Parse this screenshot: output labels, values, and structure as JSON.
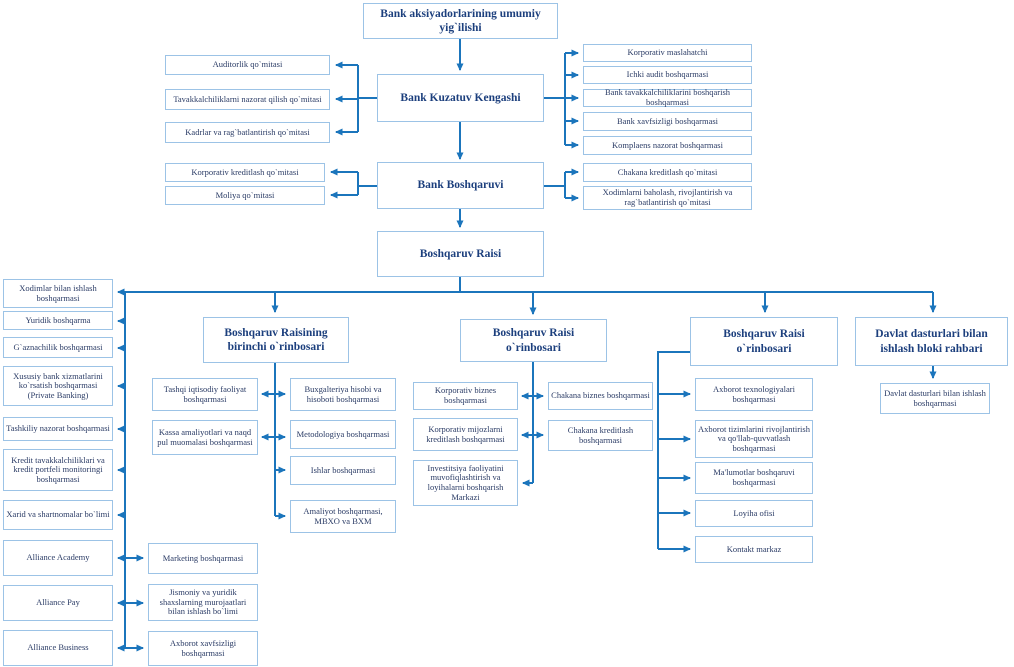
{
  "diagram_type": "bank-organizational-chart",
  "colors": {
    "accent_line": "#1b75bc",
    "box_border": "#9cc3e6",
    "major_text": "#1c3f7d",
    "minor_text": "#2b3c66",
    "background": "#ffffff"
  },
  "nodes": {
    "shareholders": "Bank aksiyadorlarining umumiy yig`ilishi",
    "kengash": "Bank Kuzatuv Kengashi",
    "boshqaruv": "Bank Boshqaruvi",
    "rais": "Boshqaruv Raisi",
    "auditorlik": "Auditorlik qo`mitasi",
    "tavakkal_nazorat": "Tavakkalchiliklarni nazorat qilish qo`mitasi",
    "kadrlar": "Kadrlar va rag`batlantirish qo`mitasi",
    "korp_kredit_qomita": "Korporativ kreditlash qo`mitasi",
    "moliya": "Moliya qo`mitasi",
    "korp_maslahatchi": "Korporativ maslahatchi",
    "ichki_audit": "Ichki audit boshqarmasi",
    "bank_tavakkal": "Bank tavakkalchiliklarini boshqarish boshqarmasi",
    "bank_xavfsizligi": "Bank xavfsizligi boshqarmasi",
    "komplaens": "Komplaens nazorat boshqarmasi",
    "chakana_kredit_qomita": "Chakana kreditlash qo`mitasi",
    "xodim_baholash": "Xodimlarni baholash, rivojlantirish va rag`batlantirish qo`mitasi",
    "deputy1": "Boshqaruv Raisining birinchi o`rinbosari",
    "deputy2": "Boshqaruv Raisi o`rinbosari",
    "deputy3": "Boshqaruv Raisi o`rinbosari",
    "davlat_head": "Davlat dasturlari bilan ishlash bloki rahbari",
    "davlat_bosh": "Davlat dasturlari bilan ishlash boshqarmasi",
    "xodimlar": "Xodimlar bilan ishlash boshqarmasi",
    "yuridik": "Yuridik boshqarma",
    "gaznachilik": "G`aznachilik boshqarmasi",
    "xususiy": "Xususiy bank xizmatlarini ko`rsatish boshqarmasi (Private Banking)",
    "tashkiliy": "Tashkiliy nazorat boshqarmasi",
    "kredit_monitoring": "Kredit tavakkalchiliklari va kredit portfeli monitoringi boshqarmasi",
    "xarid": "Xarid va shartnomalar bo`limi",
    "academy": "Alliance Academy",
    "pay": "Alliance Pay",
    "business": "Alliance Business",
    "tashqi": "Tashqi iqtisodiy faoliyat boshqarmasi",
    "kassa": "Kassa amaliyotlari va naqd pul muomalasi boshqarmasi",
    "buxgalteriya": "Buxgalteriya hisobi va hisoboti boshqarmasi",
    "metodologiya": "Metodologiya boshqarmasi",
    "ishlar": "Ishlar boshqarmasi",
    "amaliyot": "Amaliyot boshqarmasi, MBXO va BXM",
    "marketing": "Marketing boshqarmasi",
    "jismoniy": "Jismoniy va yuridik shaxslarning murojaatlari bilan ishlash bo`limi",
    "axborot_xavfsizligi": "Axborot xavfsizligi boshqarmasi",
    "korp_biznes": "Korporativ biznes boshqarmasi",
    "korp_mijoz": "Korporativ mijozlarni kreditlash boshqarmasi",
    "investitsiya": "Investitsiya faoliyatini muvofiqlashtirish va loyihalarni boshqarish Markazi",
    "chakana_biznes": "Chakana biznes boshqarmasi",
    "chakana_kredit": "Chakana kreditlash boshqarmasi",
    "axborot_tex": "Axborot texnologiyalari boshqarmasi",
    "axborot_tizim": "Axborot tizimlarini rivojlantirish va qo'llab-quvvatlash boshqarmasi",
    "malumotlar": "Ma'lumotlar boshqaruvi boshqarmasi",
    "loyiha": "Loyiha ofisi",
    "kontakt": "Kontakt markaz"
  }
}
